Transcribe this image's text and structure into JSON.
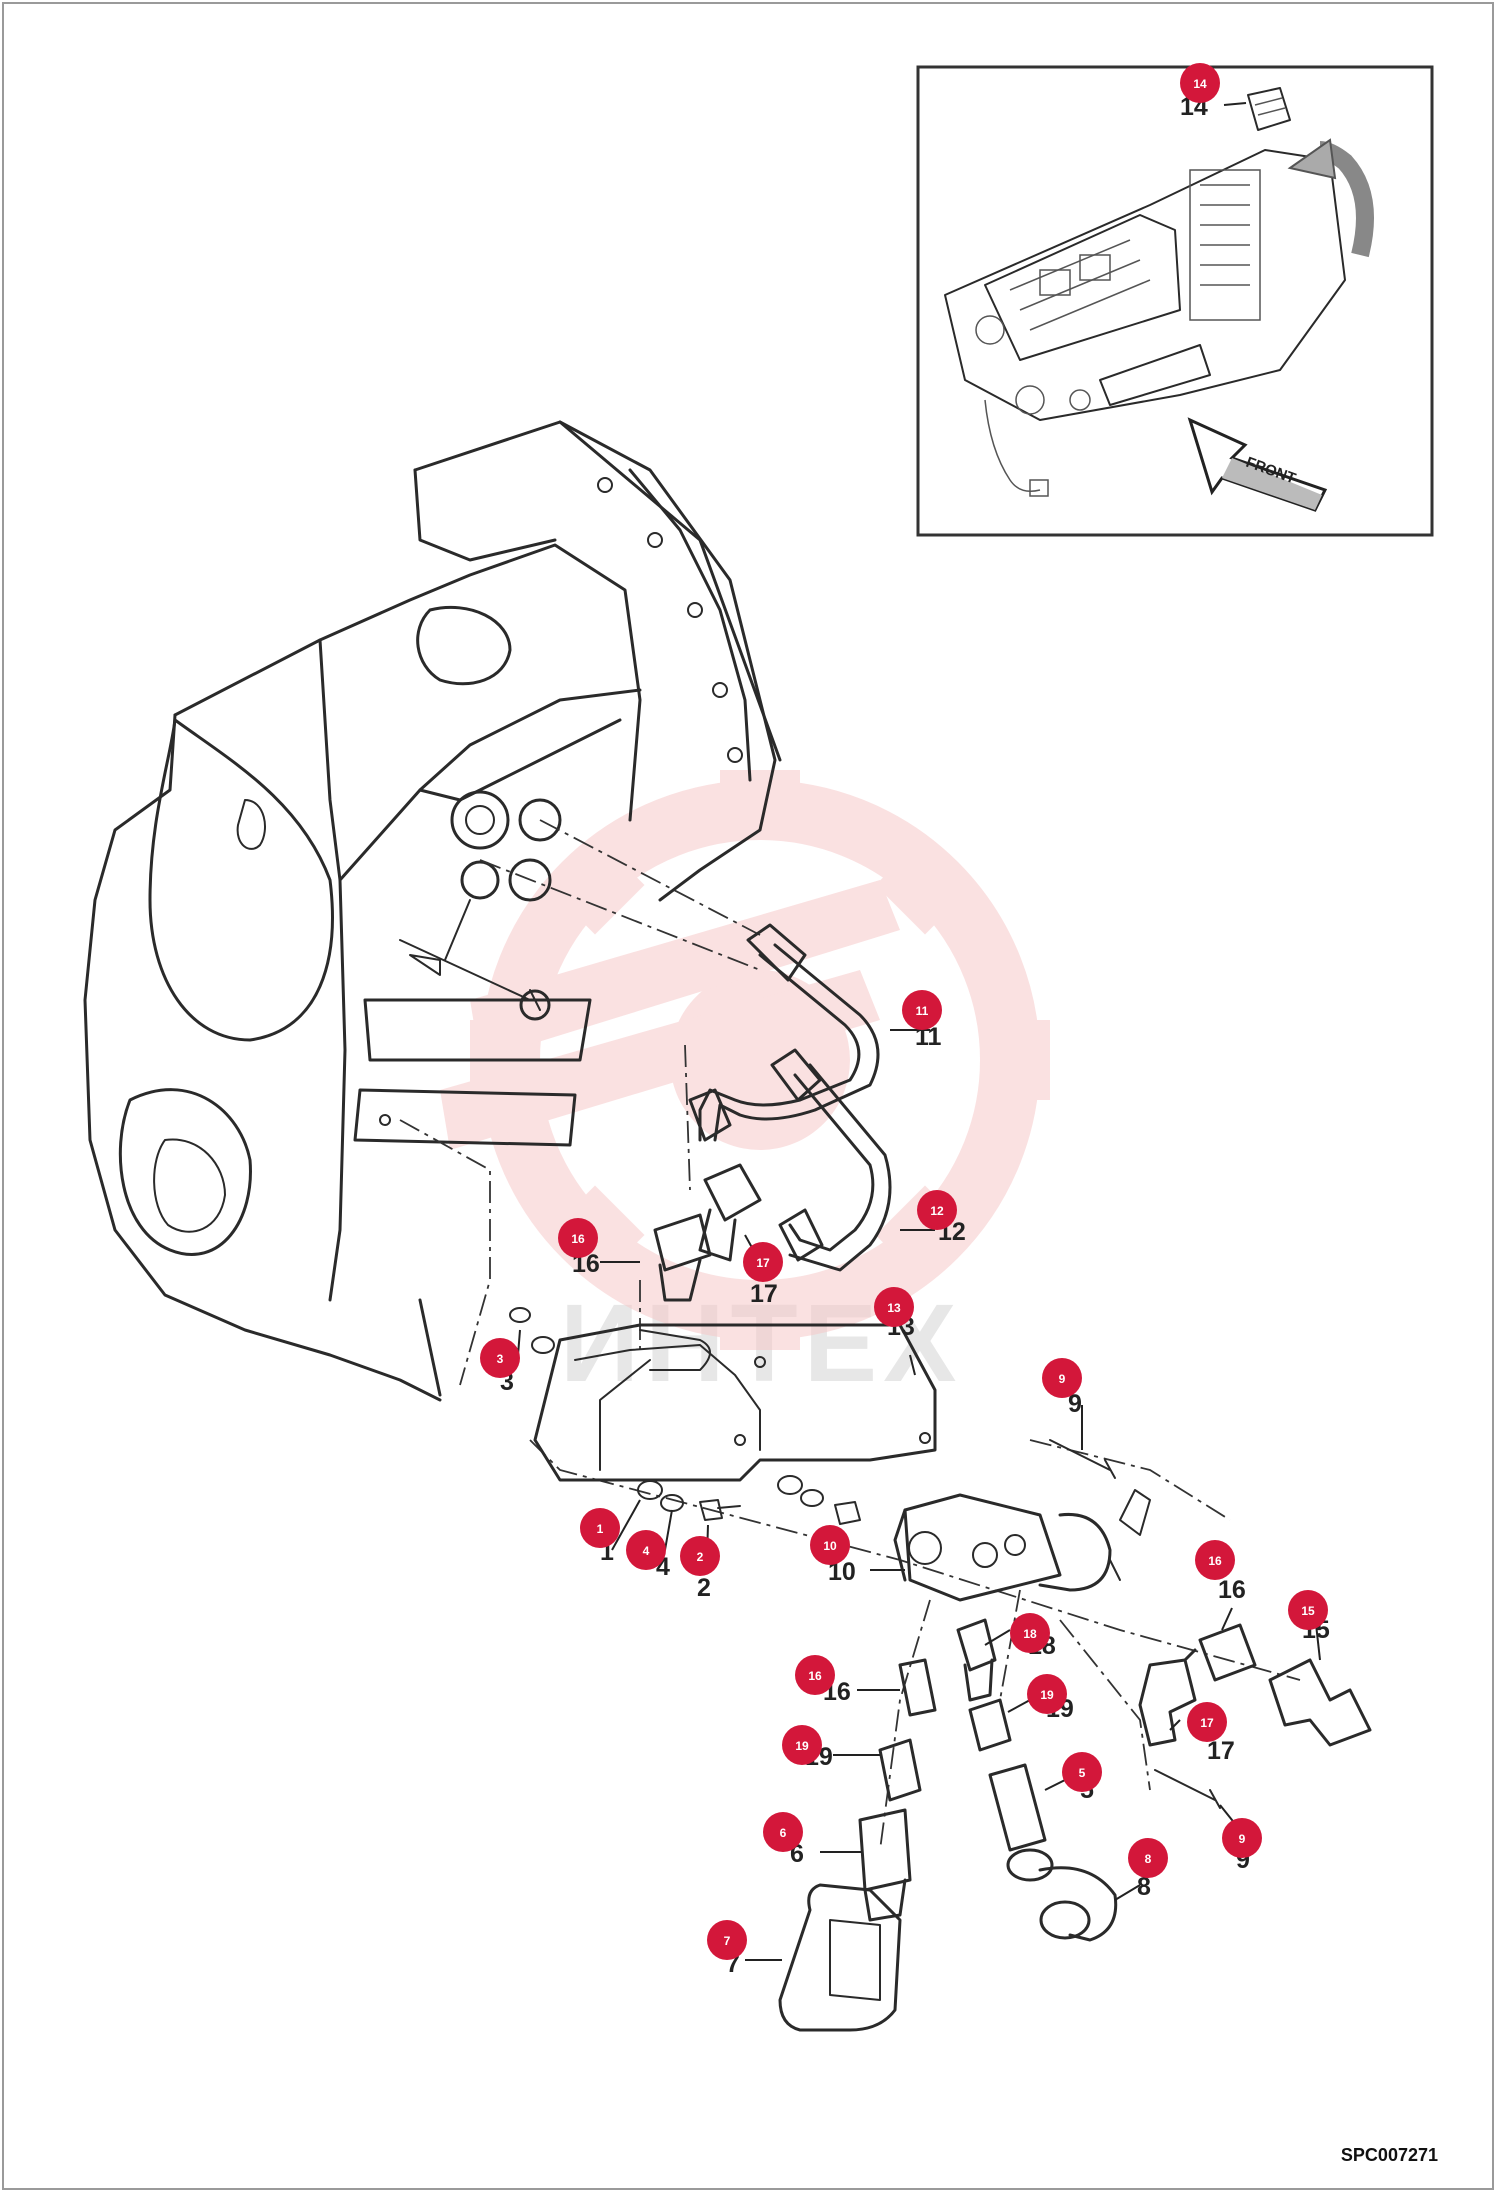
{
  "diagram": {
    "drawing_code": "SPC007271",
    "watermark": "ИНТЕХ",
    "inset": {
      "arrow_label": "FRONT"
    },
    "callouts": [
      {
        "id": "c14",
        "number": "14"
      },
      {
        "id": "c11",
        "number": "11"
      },
      {
        "id": "c12",
        "number": "12"
      },
      {
        "id": "c16a",
        "number": "16"
      },
      {
        "id": "c17a",
        "number": "17"
      },
      {
        "id": "c13",
        "number": "13"
      },
      {
        "id": "c3",
        "number": "3"
      },
      {
        "id": "c9a",
        "number": "9"
      },
      {
        "id": "c1",
        "number": "1"
      },
      {
        "id": "c4",
        "number": "4"
      },
      {
        "id": "c2",
        "number": "2"
      },
      {
        "id": "c10",
        "number": "10"
      },
      {
        "id": "c16b",
        "number": "16"
      },
      {
        "id": "c15",
        "number": "15"
      },
      {
        "id": "c18",
        "number": "18"
      },
      {
        "id": "c16c",
        "number": "16"
      },
      {
        "id": "c19a",
        "number": "19"
      },
      {
        "id": "c17b",
        "number": "17"
      },
      {
        "id": "c19b",
        "number": "19"
      },
      {
        "id": "c5",
        "number": "5"
      },
      {
        "id": "c9b",
        "number": "9"
      },
      {
        "id": "c6",
        "number": "6"
      },
      {
        "id": "c8",
        "number": "8"
      },
      {
        "id": "c7",
        "number": "7"
      }
    ]
  },
  "colors": {
    "callout_fill": "#d3173a",
    "watermark": "#f6c9c9",
    "line": "#2a2a2a",
    "frame": "#9a9a9a"
  }
}
